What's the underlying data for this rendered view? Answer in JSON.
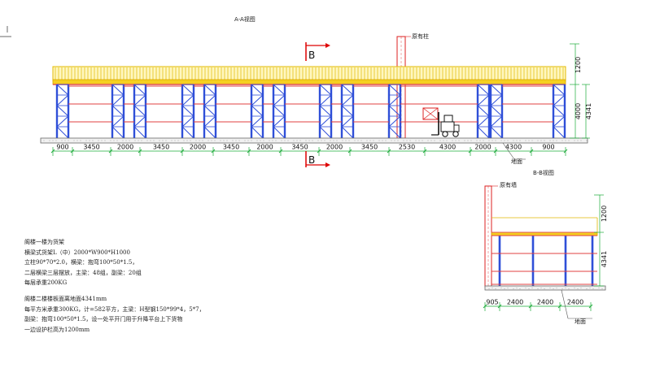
{
  "view_aa": {
    "title": "A-A视图",
    "column_label": "原有柱",
    "ground_label": "地面",
    "section_mark": "B",
    "dims_bottom": [
      "900",
      "3450",
      "2000",
      "3450",
      "2000",
      "3450",
      "2000",
      "3450",
      "2000",
      "3450",
      "2530",
      "4300",
      "2000",
      "4300",
      "900"
    ],
    "dims_right": [
      "1200",
      "4000",
      "4341"
    ]
  },
  "view_bb": {
    "title": "B-B视图",
    "wall_label": "原有墙",
    "ground_label": "地面",
    "dims_bottom": [
      "905",
      "2400",
      "2400",
      "2400"
    ],
    "dims_right": [
      "1200",
      "4341"
    ]
  },
  "notes_group1": [
    "阁楼一楼为货架",
    "横梁式货架L（中）2000*W900*H1000",
    "立柱90*70*2.0，横梁：抱弯100*50*1.5，",
    "二层横梁三层摆放，主梁：48组，副梁：20组",
    "每层承重200KG"
  ],
  "notes_group2": [
    "阁楼二楼楼板面离地面4341mm",
    "每平方米承重300KG，计=582平方，主梁：H型钢150*99*4，5*7，",
    "副梁：抱弯100*50*1.5，设一处平开门用于升降平台上下货物",
    "一边设护栏高为1200mm"
  ]
}
